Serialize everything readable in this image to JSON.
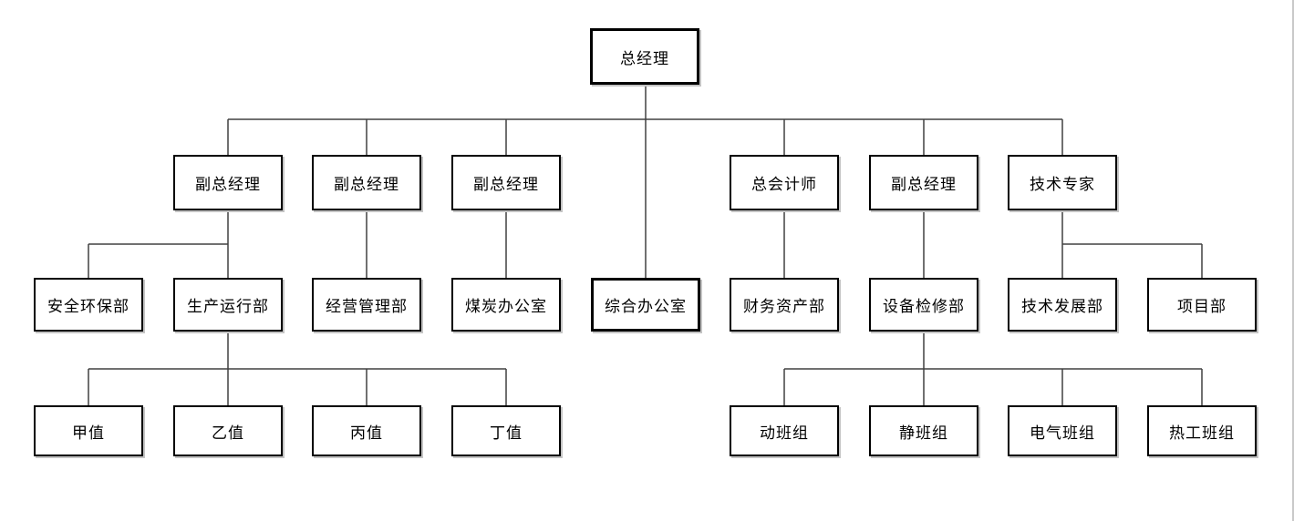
{
  "org": {
    "chart_name": "organization-chart",
    "root": {
      "label": "总经理"
    },
    "executives": [
      {
        "label": "副总经理",
        "reports_to": "总经理"
      },
      {
        "label": "副总经理",
        "reports_to": "总经理"
      },
      {
        "label": "副总经理",
        "reports_to": "总经理"
      },
      {
        "label": "总会计师",
        "reports_to": "总经理"
      },
      {
        "label": "副总经理",
        "reports_to": "总经理"
      },
      {
        "label": "技术专家",
        "reports_to": "总经理"
      }
    ],
    "departments": [
      {
        "label": "安全环保部",
        "reports_to": "副总经理(1)"
      },
      {
        "label": "生产运行部",
        "reports_to": "副总经理(1)"
      },
      {
        "label": "经营管理部",
        "reports_to": "副总经理(2)"
      },
      {
        "label": "煤炭办公室",
        "reports_to": "副总经理(3)"
      },
      {
        "label": "综合办公室",
        "reports_to": "总经理"
      },
      {
        "label": "财务资产部",
        "reports_to": "总会计师"
      },
      {
        "label": "设备检修部",
        "reports_to": "副总经理(4)"
      },
      {
        "label": "技术发展部",
        "reports_to": "技术专家"
      },
      {
        "label": "项目部",
        "reports_to": "技术专家"
      }
    ],
    "teams": [
      {
        "label": "甲值",
        "reports_to": "生产运行部"
      },
      {
        "label": "乙值",
        "reports_to": "生产运行部"
      },
      {
        "label": "丙值",
        "reports_to": "生产运行部"
      },
      {
        "label": "丁值",
        "reports_to": "生产运行部"
      },
      {
        "label": "动班组",
        "reports_to": "设备检修部"
      },
      {
        "label": "静班组",
        "reports_to": "设备检修部"
      },
      {
        "label": "电气班组",
        "reports_to": "设备检修部"
      },
      {
        "label": "热工班组",
        "reports_to": "设备检修部"
      }
    ],
    "colors": {
      "box_fill": "#ffffff",
      "box_border": "#000000",
      "box_shadow": "#c4c4c4",
      "line": "#404040",
      "canvas_edge": "#c9c9c9"
    }
  }
}
